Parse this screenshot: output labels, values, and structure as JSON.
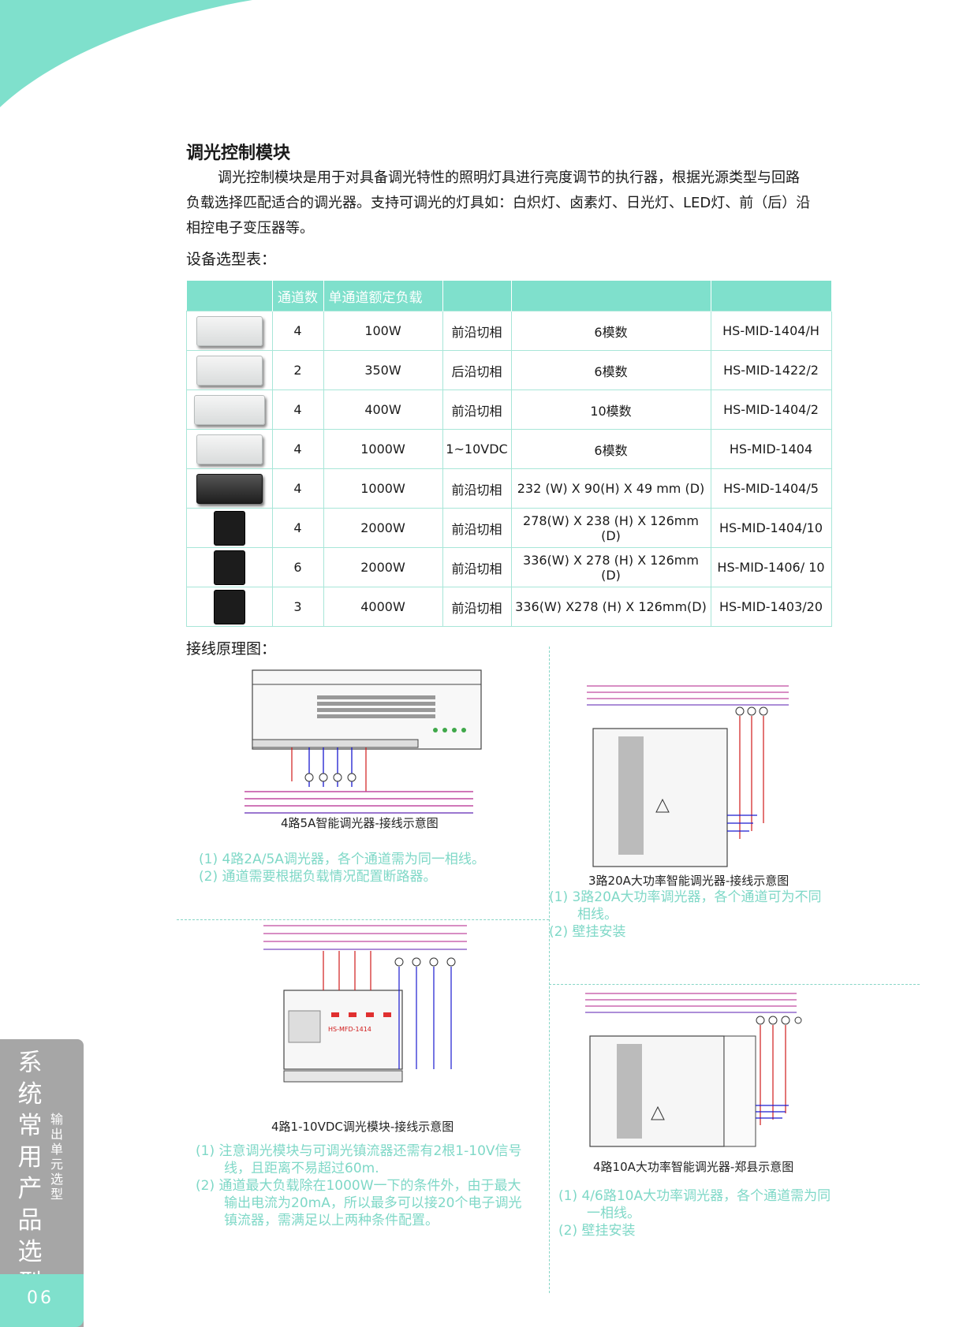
{
  "colors": {
    "accent": "#7fe0cc",
    "note_text": "#7fd8c7",
    "sidebar_gray": "#a6a6a6"
  },
  "heading": "调光控制模块",
  "intro": {
    "line1": "调光控制模块是用于对具备调光特性的照明灯具进行亮度调节的执行器，根据光源类型与回路",
    "line2": "负载选择匹配适合的调光器。支持可调光的灯具如：白炽灯、卤素灯、日光灯、LED灯、前（后）沿",
    "line3": "相控电子变压器等。"
  },
  "table_title": "设备选型表：",
  "table": {
    "headers": {
      "channels": "通道数",
      "rated_load": "单通道额定负载"
    },
    "rows": [
      {
        "image": "light-module-icon",
        "channels": "4",
        "load": "100W",
        "mode": "前沿切相",
        "size": "6模数",
        "model": "HS-MID-1404/H"
      },
      {
        "image": "light-module-icon",
        "channels": "2",
        "load": "350W",
        "mode": "后沿切相",
        "size": "6模数",
        "model": "HS-MID-1422/2"
      },
      {
        "image": "light-module-icon",
        "channels": "4",
        "load": "400W",
        "mode": "前沿切相",
        "size": "10模数",
        "model": "HS-MID-1404/2"
      },
      {
        "image": "light-module-icon",
        "channels": "4",
        "load": "1000W",
        "mode": "1~10VDC",
        "size": "6模数",
        "model": "HS-MID-1404"
      },
      {
        "image": "dark-module-icon",
        "channels": "4",
        "load": "1000W",
        "mode": "前沿切相",
        "size": "232 (W) X 90(H) X 49 mm (D)",
        "model": "HS-MID-1404/5"
      },
      {
        "image": "cabinet-icon",
        "channels": "4",
        "load": "2000W",
        "mode": "前沿切相",
        "size": "278(W) X 238 (H) X 126mm (D)",
        "model": "HS-MID-1404/10"
      },
      {
        "image": "cabinet-icon",
        "channels": "6",
        "load": "2000W",
        "mode": "前沿切相",
        "size": "336(W) X 278 (H) X 126mm (D)",
        "model": "HS-MID-1406/ 10"
      },
      {
        "image": "cabinet-icon",
        "channels": "3",
        "load": "4000W",
        "mode": "前沿切相",
        "size": "336(W) X278 (H) X 126mm(D)",
        "model": "HS-MID-1403/20"
      }
    ]
  },
  "wiring_title": "接线原理图：",
  "diagrams": {
    "d1": {
      "caption": "4路5A智能调光器-接线示意图",
      "notes": [
        "(1) 4路2A/5A调光器，各个通道需为同一相线。",
        "(2) 通道需要根据负载情况配置断路器。"
      ]
    },
    "d2": {
      "caption": "3路20A大功率智能调光器-接线示意图",
      "notes": [
        "(1) 3路20A大功率调光器，各个通道可为不同",
        "相线。",
        "(2) 壁挂安装"
      ]
    },
    "d3": {
      "caption": "4路1-10VDC调光模块-接线示意图",
      "device_label": "HS-MFD-1414",
      "notes": [
        "(1) 注意调光模块与可调光镇流器还需有2根1-10V信号",
        "线，且距离不易超过60m.",
        "(2) 通道最大负载除在1000W一下的条件外，由于最大",
        "输出电流为20mA，所以最多可以接20个电子调光",
        "镇流器，需满足以上两种条件配置。"
      ]
    },
    "d4": {
      "caption": "4路10A大功率智能调光器-郑县示意图",
      "notes": [
        "(1) 4/6路10A大功率调光器，各个通道需为同",
        "一相线。",
        "(2) 壁挂安装"
      ]
    }
  },
  "sidebar": {
    "big": [
      "系",
      "统",
      "常",
      "用",
      "产",
      "品",
      "选",
      "型"
    ],
    "small": [
      "输",
      "出",
      "单",
      "元",
      "选",
      "型"
    ],
    "page_number": "06"
  }
}
